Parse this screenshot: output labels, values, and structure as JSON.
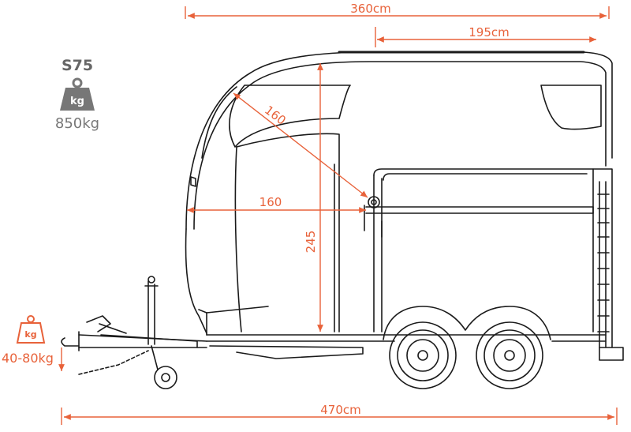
{
  "model": "S75",
  "weight_badge": "kg",
  "unladen_weight": "850kg",
  "nose_weight_badge": "kg",
  "nose_load": "40-80kg",
  "dimensions": {
    "overall_body_length": "360cm",
    "rear_section_length": "195cm",
    "diagonal_width": "160",
    "inner_width": "160",
    "inner_height": "245",
    "overall_length": "470cm"
  },
  "colors": {
    "accent": "#e8623a",
    "line": "#1a1a1a",
    "badge_gray": "#777777"
  }
}
